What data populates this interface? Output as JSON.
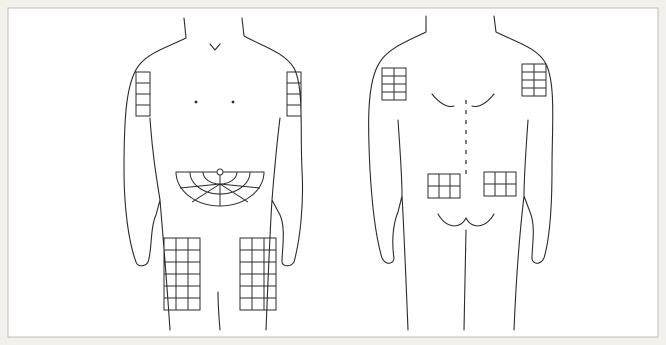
{
  "figure": {
    "views": [
      "front",
      "back"
    ],
    "injection_zones": {
      "front": [
        "left-upper-arm",
        "right-upper-arm",
        "abdomen",
        "left-thigh",
        "right-thigh"
      ],
      "back": [
        "left-upper-arm",
        "right-upper-arm",
        "left-buttock-upper",
        "right-buttock-upper"
      ]
    },
    "colors": {
      "line": "#2b2b2b",
      "paper": "#f2f1ec",
      "frame": "#ffffff"
    }
  }
}
